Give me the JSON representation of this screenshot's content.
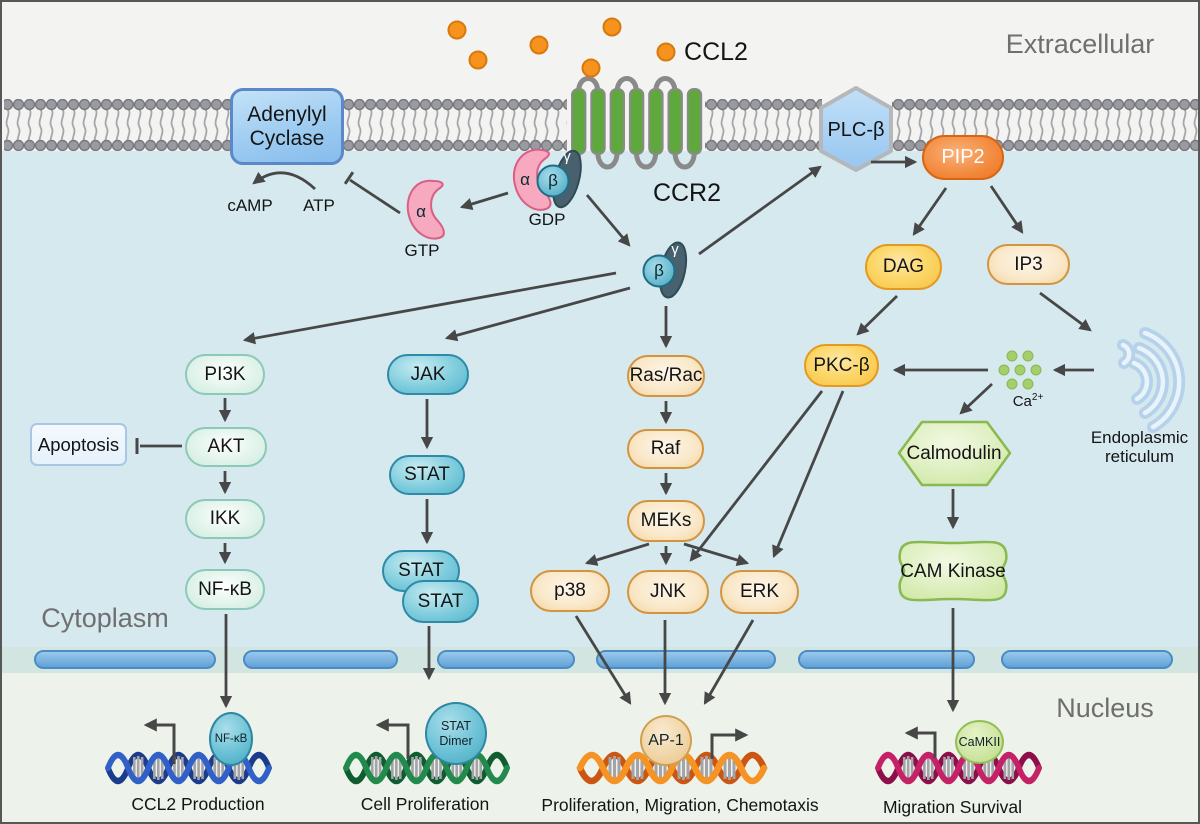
{
  "regions": {
    "extracellular": "Extracellular",
    "cytoplasm": "Cytoplasm",
    "nucleus": "Nucleus"
  },
  "receptor": {
    "ligand": "CCL2",
    "name": "CCR2"
  },
  "membrane": {
    "adenylyl_cyclase_line1": "Adenylyl",
    "adenylyl_cyclase_line2": "Cyclase",
    "plc_beta": "PLC-β",
    "pip2": "PIP2"
  },
  "g_protein": {
    "alpha": "α",
    "beta": "β",
    "gamma": "γ",
    "gdp": "GDP",
    "gtp": "GTP"
  },
  "metabolites": {
    "camp": "cAMP",
    "atp": "ATP"
  },
  "second_messengers": {
    "dag": "DAG",
    "ip3": "IP3",
    "calcium": "Ca",
    "calcium_charge": "2+"
  },
  "organelle": {
    "line1": "Endoplasmic",
    "line2": "reticulum"
  },
  "pi3k_pathway": {
    "pi3k": "PI3K",
    "akt": "AKT",
    "ikk": "IKK",
    "nfkb": "NF-κB",
    "apoptosis": "Apoptosis"
  },
  "jak_pathway": {
    "jak": "JAK",
    "stat": "STAT",
    "stat2": "STAT",
    "stat3": "STAT"
  },
  "mapk_pathway": {
    "ras_rac": "Ras/Rac",
    "raf": "Raf",
    "meks": "MEKs",
    "p38": "p38",
    "jnk": "JNK",
    "erk": "ERK"
  },
  "calcium_pathway": {
    "pkc_beta": "PKC-β",
    "calmodulin": "Calmodulin",
    "cam_kinase": "CAM Kinase"
  },
  "nucleus_factors": {
    "nfkb": "NF-κB",
    "stat_dimer_line1": "STAT",
    "stat_dimer_line2": "Dimer",
    "ap1": "AP-1",
    "camkii": "CaMKII"
  },
  "outcomes": {
    "ccl2_production": "CCL2 Production",
    "cell_proliferation": "Cell Proliferation",
    "proliferation_migration_chemotaxis": "Proliferation, Migration, Chemotaxis",
    "migration_survival": "Migration Survival"
  },
  "colors": {
    "receptor_green": "#5fa83d",
    "ligand_orange": "#f6921e",
    "membrane_gray": "#9a9aa1",
    "teal_node": "#62c1d6",
    "mint_node": "#d9efe5",
    "tan_node": "#f3d5a2",
    "yellow_node": "#f8c045",
    "pip2_orange": "#ee7420",
    "g_alpha_pink": "#f6a9bf",
    "g_gamma_slate": "#47626e",
    "nuclear_pore_blue": "#74b3e3",
    "arrow_gray": "#474747"
  }
}
